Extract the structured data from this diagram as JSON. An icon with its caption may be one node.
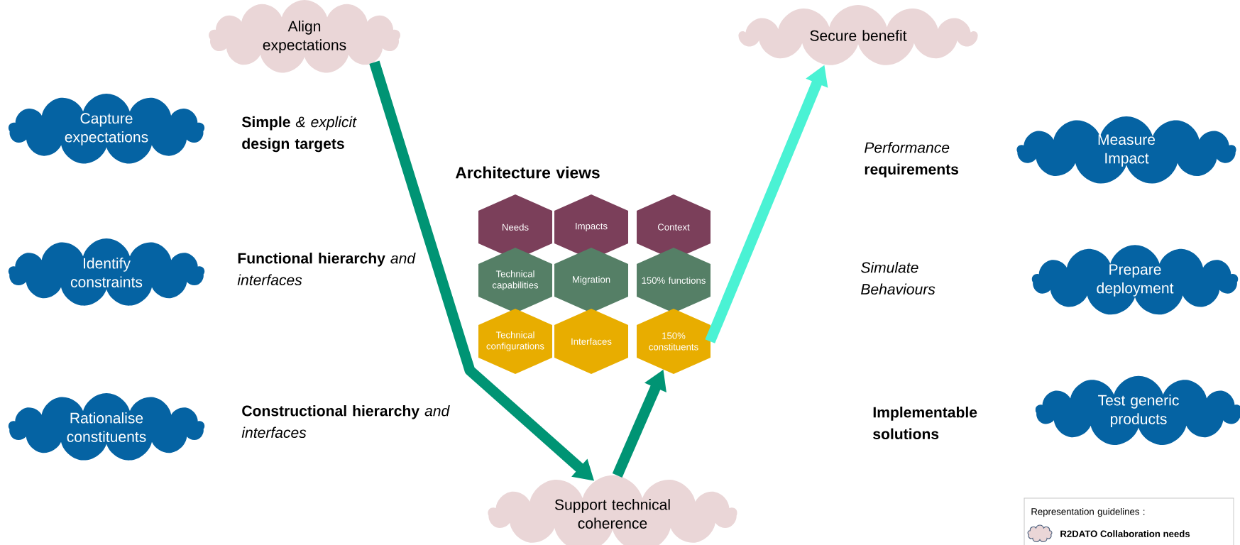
{
  "diagram": {
    "nodes": [
      {
        "text": [
          "Align expectations"
        ]
      },
      {
        "text": [
          "Secure benefit"
        ]
      },
      {
        "text": [
          "Capture expectations"
        ]
      },
      {
        "text": [
          "Identify constraints"
        ]
      },
      {
        "text": [
          "Rationalise constituents"
        ]
      },
      {
        "text": [
          "Measure Impact"
        ]
      },
      {
        "text": [
          "Prepare deployment"
        ]
      },
      {
        "text": [
          "Test generic products"
        ]
      },
      {
        "text": [
          "Support technical coherence"
        ]
      },
      {
        "text": [
          "Needs"
        ]
      },
      {
        "text": [
          "Impacts"
        ]
      },
      {
        "text": [
          "Context"
        ]
      },
      {
        "text": [
          "Technical capabilities"
        ]
      },
      {
        "text": [
          "Migration"
        ]
      },
      {
        "text": [
          "150% functions"
        ]
      },
      {
        "text": [
          "Technical configurations"
        ]
      },
      {
        "text": [
          "Interfaces"
        ]
      },
      {
        "text": [
          "150% constituents"
        ]
      }
    ],
    "edges": [
      {
        "from": 0,
        "to": 8,
        "arrow": "to"
      },
      {
        "from": 8,
        "to": 17,
        "arrow": "to"
      },
      {
        "from": 17,
        "to": 1,
        "arrow": "to",
        "color": "#4af2d4"
      }
    ],
    "labels": [
      "**Simple** *& explicit* **design targets**",
      "*Performance* **requirements**",
      "Architecture views",
      "**Functional hierarchy** *and interfaces*",
      "Simulate Behaviours",
      "**Constructional hierarchy** *and interfaces*",
      "Implementable solutions",
      "Representation guidelines :"
    ],
    "legend": [
      {
        "text": "R2DATO Collaboration needs"
      }
    ]
  }
}
